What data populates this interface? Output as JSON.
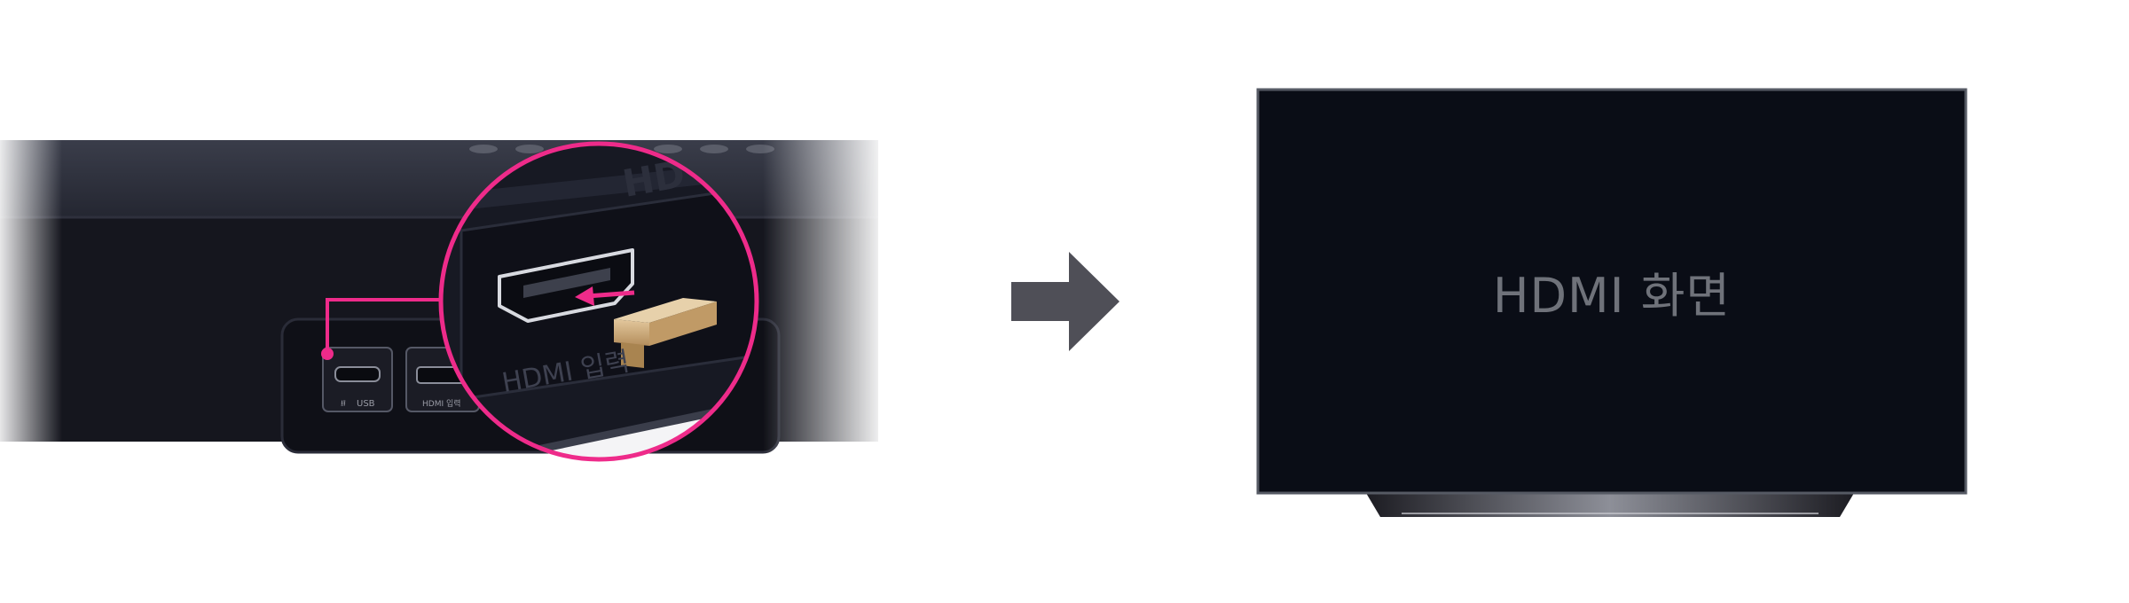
{
  "panel_left": {
    "port_usb_label": "USB",
    "port_hdmi_label": "HDMI 입력",
    "zoom_top_label": "HD",
    "zoom_port_label": "HDMI 입력"
  },
  "panel_right": {
    "screen_text": "HDMI 화면"
  },
  "colors": {
    "accent": "#ee2b8a",
    "connector": "#c9a878",
    "tv_screen": "#0a0d16",
    "arrow": "#4f4f57"
  },
  "icons": {
    "arrow": "right-arrow-icon",
    "usb": "usb-icon"
  }
}
